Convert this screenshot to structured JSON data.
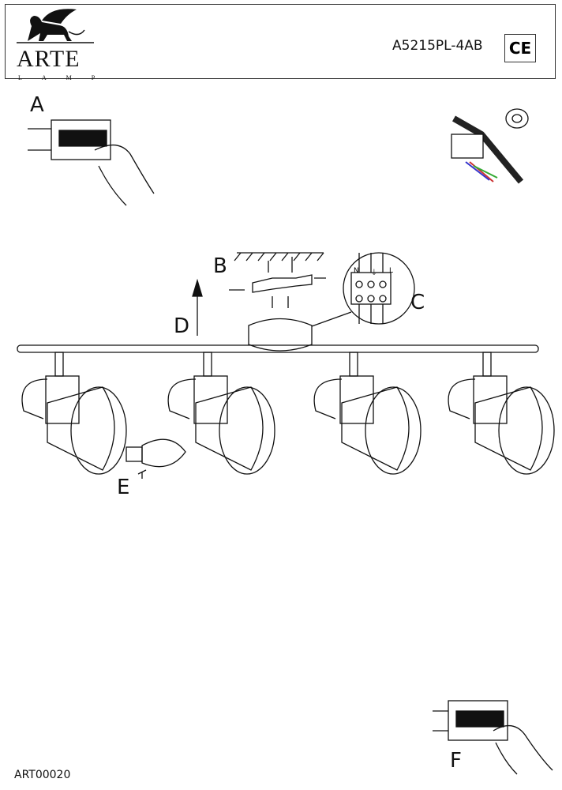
{
  "header": {
    "brand": "ARTE",
    "brand_sub": "LAMP",
    "model": "A5215PL-4AB",
    "ce_mark": "CE"
  },
  "steps": {
    "a": "A",
    "b": "B",
    "c": "C",
    "d": "D",
    "e": "E",
    "f": "F"
  },
  "terminal_labels": {
    "n": "N",
    "earth": "⏚",
    "l": "L"
  },
  "footer": {
    "code": "ART00020"
  }
}
